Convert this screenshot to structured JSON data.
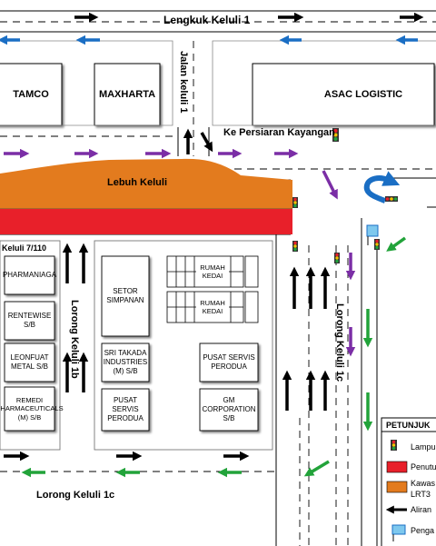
{
  "roads": {
    "lengkuk": "Lengkuk Keluli 1",
    "jalan": "Jalan keluli 1",
    "persiaran": "Ke Persiaran Kayangan",
    "lebuh": "Lebuh Keluli",
    "lorong_1b": "Lorong Keluli 1b",
    "lorong_1c_v": "Lorong Keluli 1c",
    "lorong_1c_h": "Lorong Keluli 1c",
    "keluli_7110": "Keluli 7/110"
  },
  "buildings": {
    "tamco": "TAMCO",
    "maxharta": "MAXHARTA",
    "asac": "ASAC LOGISTIC",
    "pharmaniaga": "PHARMANIAGA",
    "rentewise": "RENTEWISE S/B",
    "leonfuat": "LEONFUAT METAL S/B",
    "remedi": "REMEDI PHARMACEUTICALS (M) S/B",
    "setor": "SETOR SIMPANAN",
    "sri_takada": "SRI TAKADA INDUSTRIES (M) S/B",
    "pusat1": "PUSAT SERVIS PERODUA",
    "pusat2": "PUSAT SERVIS PERODUA",
    "gm": "GM CORPORATION S/B",
    "rumah1": "RUMAH KEDAI",
    "rumah2": "RUMAH KEDAI"
  },
  "legend": {
    "title": "PETUNJUK",
    "items": [
      "Lampu",
      "Penutu",
      "Kawas",
      "LRT3",
      "Aliran",
      "Penga"
    ]
  },
  "colors": {
    "black_arrow": "#000000",
    "blue_arrow": "#1a6ec4",
    "purple_arrow": "#7b2ea6",
    "green_arrow": "#22a33a",
    "closure_red": "#e8202a",
    "lrt_orange": "#e37b1e"
  }
}
